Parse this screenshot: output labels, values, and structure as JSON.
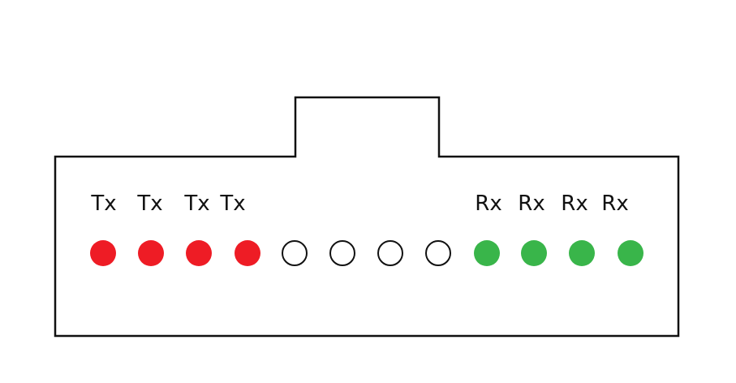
{
  "connector": {
    "outline_color": "#111111",
    "lanes": [
      {
        "label": "Tx",
        "state": "tx"
      },
      {
        "label": "Tx",
        "state": "tx"
      },
      {
        "label": "Tx",
        "state": "tx"
      },
      {
        "label": "Tx",
        "state": "tx"
      },
      {
        "label": "",
        "state": "empty"
      },
      {
        "label": "",
        "state": "empty"
      },
      {
        "label": "",
        "state": "empty"
      },
      {
        "label": "",
        "state": "empty"
      },
      {
        "label": "Rx",
        "state": "rx"
      },
      {
        "label": "Rx",
        "state": "rx"
      },
      {
        "label": "Rx",
        "state": "rx"
      },
      {
        "label": "Rx",
        "state": "rx"
      }
    ]
  },
  "colors": {
    "tx": "#ee1c25",
    "rx": "#39b54a",
    "empty": "#ffffff"
  }
}
